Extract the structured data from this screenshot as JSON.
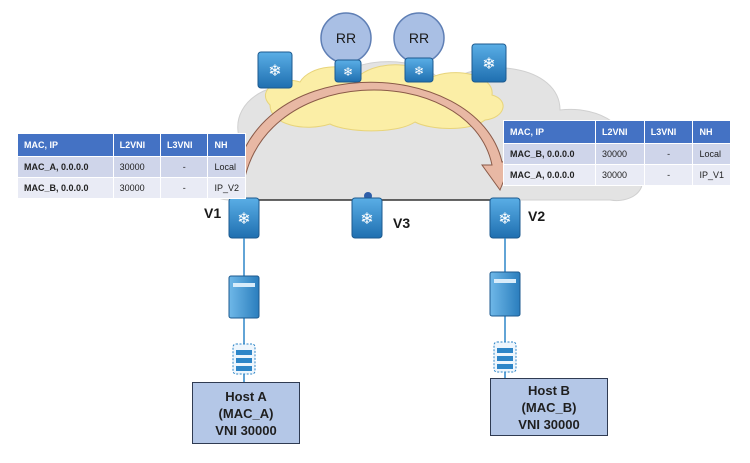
{
  "route_reflectors": [
    {
      "label": "RR"
    },
    {
      "label": "RR"
    }
  ],
  "vteps": {
    "v1": {
      "label": "V1"
    },
    "v2": {
      "label": "V2"
    },
    "v3": {
      "label": "V3"
    }
  },
  "tables": {
    "left": {
      "headers": [
        "MAC, IP",
        "L2VNI",
        "L3VNI",
        "NH"
      ],
      "rows": [
        [
          "MAC_A, 0.0.0.0",
          "30000",
          "-",
          "Local"
        ],
        [
          "MAC_B, 0.0.0.0",
          "30000",
          "-",
          "IP_V2"
        ]
      ]
    },
    "right": {
      "headers": [
        "MAC, IP",
        "L2VNI",
        "L3VNI",
        "NH"
      ],
      "rows": [
        [
          "MAC_B, 0.0.0.0",
          "30000",
          "-",
          "Local"
        ],
        [
          "MAC_A, 0.0.0.0",
          "30000",
          "-",
          "IP_V1"
        ]
      ]
    }
  },
  "hosts": {
    "a": {
      "line1": "Host A",
      "line2": "(MAC_A)",
      "line3": "VNI 30000"
    },
    "b": {
      "line1": "Host B",
      "line2": "(MAC_B)",
      "line3": "VNI 30000"
    }
  },
  "colors": {
    "cloud_gray": "#e3e3e3",
    "cloud_yellow": "#fbeea6",
    "device_blue": "#2e86c8",
    "arrow_fill": "#e8b8a4",
    "table_header": "#4472c4",
    "host_box": "#b4c7e7",
    "rr_circle": "#a9bfe4"
  }
}
